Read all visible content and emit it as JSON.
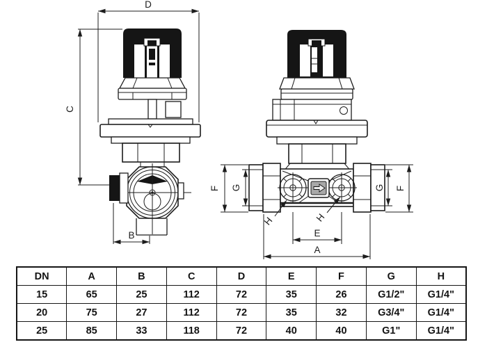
{
  "drawing": {
    "line_color": "#1c1c1c",
    "left_view": {
      "label_d": "D",
      "label_c": "C",
      "label_b": "B"
    },
    "right_view": {
      "label_f_left": "F",
      "label_g_left": "G",
      "label_g_right": "G",
      "label_f_right": "F",
      "label_h_left": "H",
      "label_h_right": "H",
      "label_e": "E",
      "label_a": "A"
    }
  },
  "table": {
    "headers": [
      "DN",
      "A",
      "B",
      "C",
      "D",
      "E",
      "F",
      "G",
      "H"
    ],
    "rows": [
      [
        "15",
        "65",
        "25",
        "112",
        "72",
        "35",
        "26",
        "G1/2\"",
        "G1/4\""
      ],
      [
        "20",
        "75",
        "27",
        "112",
        "72",
        "35",
        "32",
        "G3/4\"",
        "G1/4\""
      ],
      [
        "25",
        "85",
        "33",
        "118",
        "72",
        "40",
        "40",
        "G1\"",
        "G1/4\""
      ]
    ]
  }
}
